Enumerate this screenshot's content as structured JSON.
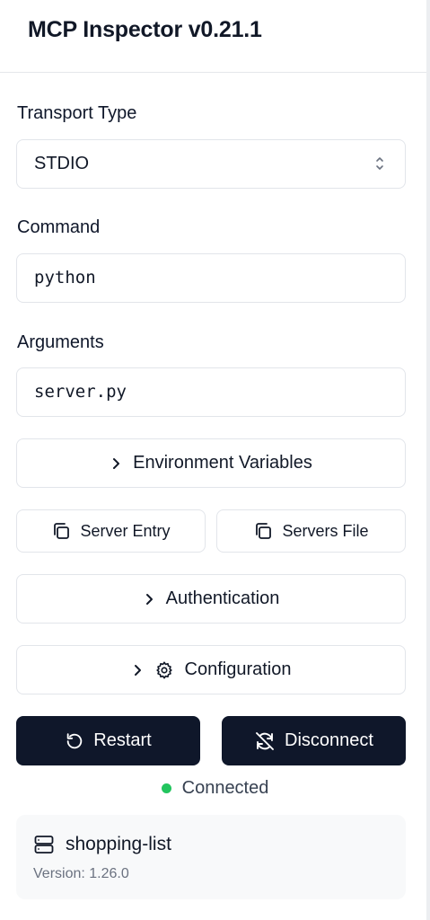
{
  "app": {
    "title": "MCP Inspector v0.21.1"
  },
  "transport": {
    "label": "Transport Type",
    "value": "STDIO"
  },
  "command": {
    "label": "Command",
    "value": "python"
  },
  "arguments": {
    "label": "Arguments",
    "value": "server.py"
  },
  "env": {
    "label": "Environment Variables"
  },
  "copy_buttons": {
    "server_entry": "Server Entry",
    "servers_file": "Servers File"
  },
  "auth": {
    "label": "Authentication"
  },
  "config": {
    "label": "Configuration"
  },
  "actions": {
    "restart": "Restart",
    "disconnect": "Disconnect"
  },
  "status": {
    "text": "Connected",
    "color": "#22c55e"
  },
  "server": {
    "name": "shopping-list",
    "version": "Version: 1.26.0"
  },
  "colors": {
    "primary_dark": "#0f172a",
    "border": "#e2e5ea"
  }
}
